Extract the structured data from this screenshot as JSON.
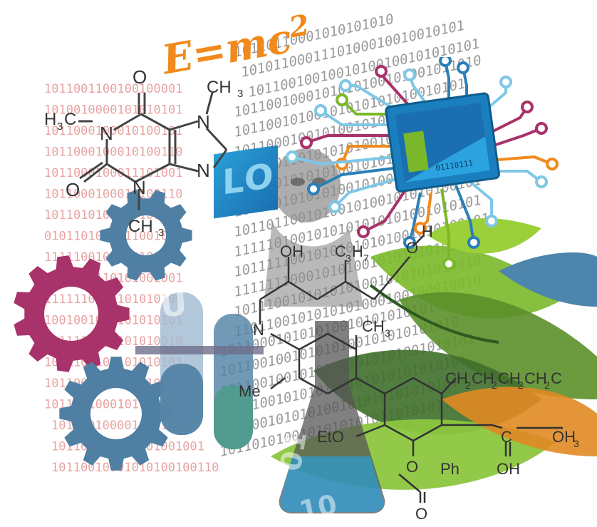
{
  "formula": {
    "text": "E=mc",
    "superscript": "2"
  },
  "binary": {
    "pink_rows": [
      "1011001100100100001",
      "1010010000101010101",
      "1011000100010100101",
      "1011000100010100110",
      "1011000100011101001",
      "1011000100010100110",
      "1011010100010101001",
      "0101101010011001010",
      "1111100100010100101",
      "1111111110101001001",
      "1111110010101010100",
      "1001001010101010101",
      "1011110010101010010",
      "1011100100101010101",
      "1011001000101010001",
      "1011001000101010010",
      "10110010000101010001",
      "101100100010101001001",
      "10110010001010100100110"
    ],
    "grey_rows": [
      "10110110001010101010",
      "1010110001110100010010010101",
      "10110010010010100100101010101",
      "1011001000101010100101001011010",
      "10110010100101010101010010101",
      "1011000100101001010101001010101",
      "1011001001010101001010101010101",
      "1011101010101001010100101010101",
      "1011001010101001010010101010100",
      "1011011001010010100101010100101",
      "1111101001010101010101001010101",
      "10111110010101010101001010100101",
      "1111111000101010010101010101001",
      "1011100101010101001010101010010",
      "1101100101010101000100100010010",
      "10110001010101001010101010101010",
      "101100100101010100101010101010",
      "10110010010101001010101001010101",
      "1011100101010100101010101010101",
      "101100101010100101010101010101",
      "10110101001010101010110101011"
    ]
  },
  "chip": {
    "label": "01110111"
  },
  "caffeine": {
    "o_top": "O",
    "ch3_top_right": "CH",
    "h3c_left": "H",
    "n1": "N",
    "n2": "N",
    "n3": "N",
    "n4": "N",
    "o_bottom": "O",
    "ch3_bottom": "CH",
    "sub3": "3",
    "sub3b": "3",
    "sub3c": "3"
  },
  "lower_molecule": {
    "oh_top": "OH",
    "c3h7": "C",
    "c3h7_sub": "3",
    "h7": "H",
    "h7_sub": "7",
    "o_h": "O",
    "h": "H",
    "n": "N",
    "ch3": "CH",
    "ch3_sub": "3",
    "me": "Me",
    "eto": "EtO",
    "chain": "CH",
    "chain_sub": "2",
    "c_label": "C",
    "oh3": "OH",
    "oh3_sub": "3",
    "oh_bottom": "OH",
    "o_ester": "O",
    "ph": "Ph",
    "o_carbonyl": "O"
  },
  "tube_letters": {
    "lo": "LO",
    "u": "U",
    "o1": "01",
    "o1b": "10"
  },
  "colors": {
    "orange": "#f08a1c",
    "magenta": "#a8326a",
    "steel_blue": "#4f7fa3",
    "light_blue": "#7fc7e6",
    "pink_binary": "#e9a3a3",
    "grey_binary": "#9a9a9a",
    "green": "#7ab829",
    "dark_green": "#3f6f2b",
    "chip_blue": "#2a9fd8"
  },
  "icons": [
    "gear-icon",
    "microchip-icon",
    "test-tube-icon",
    "flask-icon",
    "leaf-icon",
    "portrait-silhouette"
  ]
}
